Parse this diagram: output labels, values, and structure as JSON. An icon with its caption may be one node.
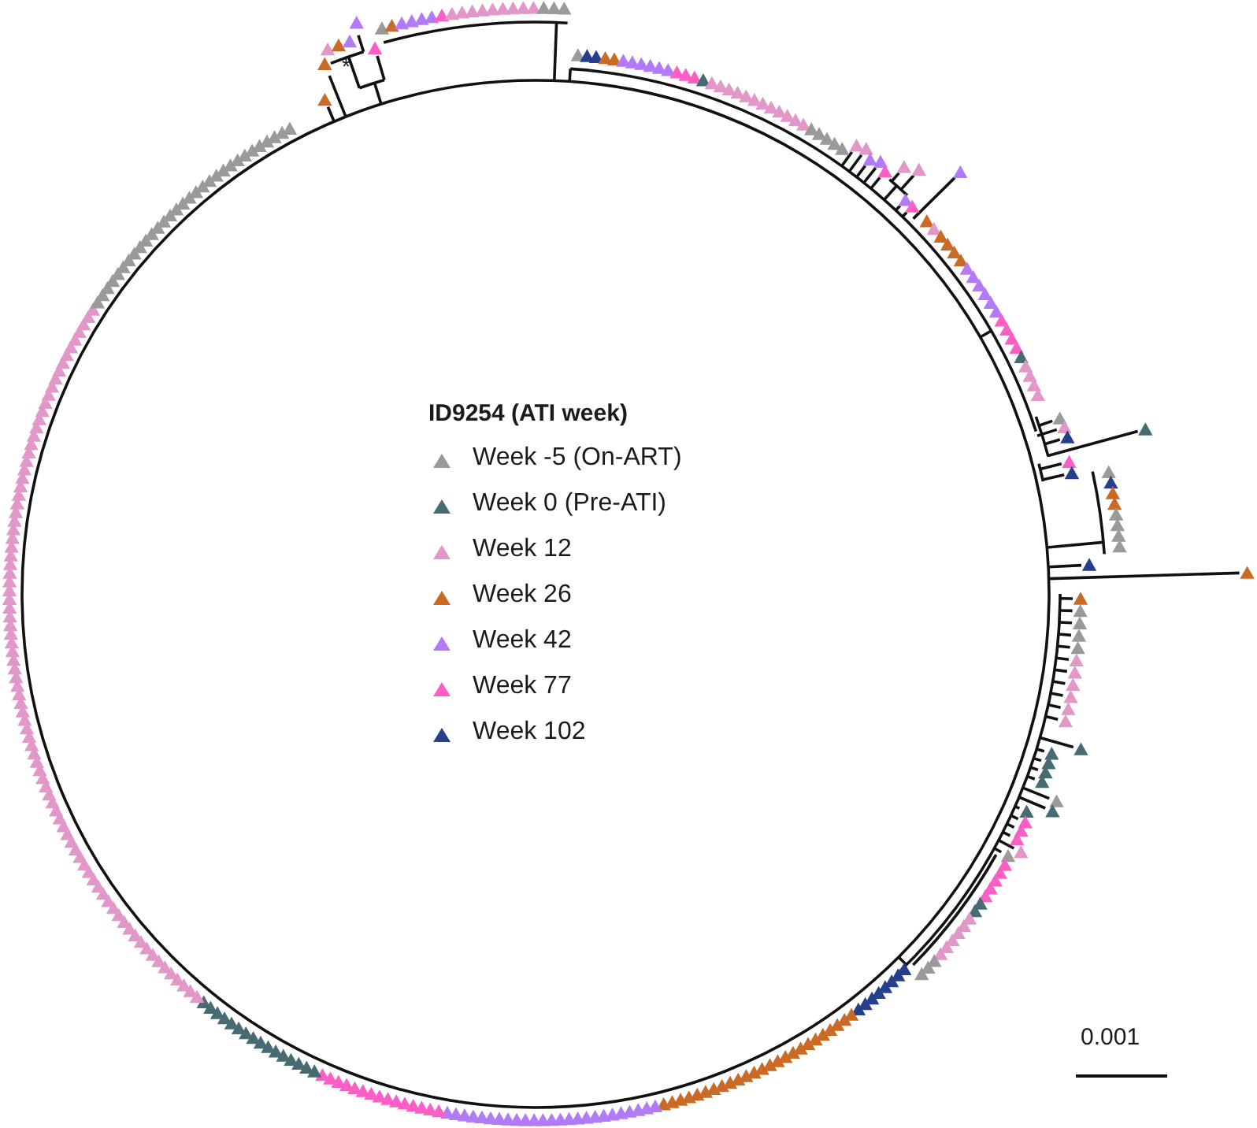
{
  "diagram": {
    "title": "ID9254 (ATI week)",
    "labels": [
      "*",
      "0.001"
    ],
    "legend": [
      {
        "text": "Week -5 (On-ART)",
        "color": "#9a9a9a"
      },
      {
        "text": "Week 0 (Pre-ATI)",
        "color": "#476a73"
      },
      {
        "text": "Week 12",
        "color": "#e297c9"
      },
      {
        "text": "Week 26",
        "color": "#cb6a25"
      },
      {
        "text": "Week 42",
        "color": "#b27bf5"
      },
      {
        "text": "Week 77",
        "color": "#fb5fc6"
      },
      {
        "text": "Week 102",
        "color": "#263f8c"
      }
    ]
  }
}
